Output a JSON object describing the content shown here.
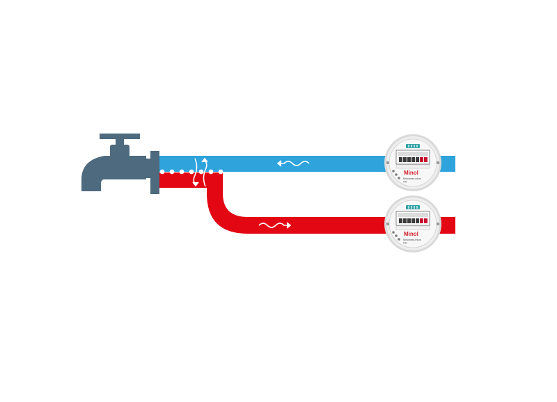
{
  "colors": {
    "cold_pipe": "#2ea3dc",
    "hot_pipe": "#e30613",
    "faucet": "#4d6a7e",
    "meter_bezel": "#e6e6e6",
    "meter_face": "#f6f6f6",
    "meter_display": "#33a3a8",
    "flow_arrow": "#ffffff",
    "brand": "#d4202a"
  },
  "icons": {
    "faucet": "faucet-icon",
    "meter": "water-meter-icon"
  },
  "meters": [
    {
      "id": "cold",
      "brand": "Minol",
      "model": "Minomess micro",
      "sub": "MID"
    },
    {
      "id": "hot",
      "brand": "Minol",
      "model": "Minomess micro",
      "sub": "MID"
    }
  ]
}
